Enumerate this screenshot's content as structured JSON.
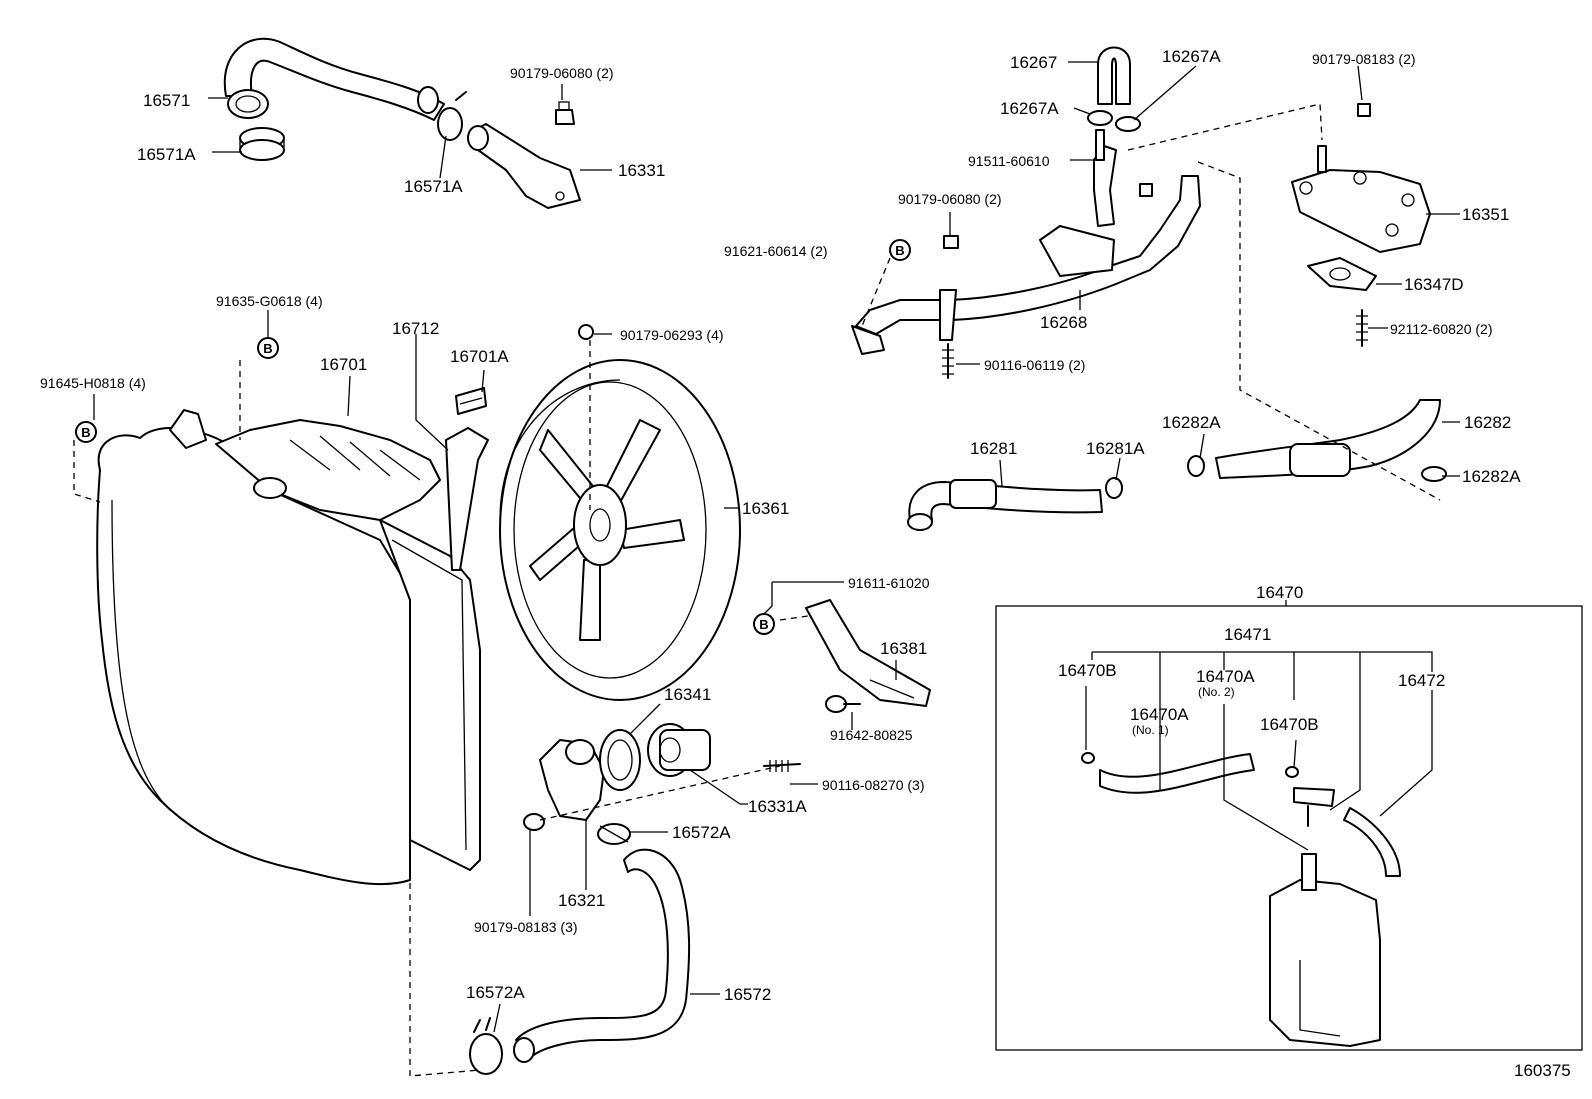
{
  "labels": {
    "p16571": "16571",
    "p16571A_left": "16571A",
    "p16571A_mid": "16571A",
    "p90179_06080_top": "90179-06080 (2)",
    "p16331": "16331",
    "p16267": "16267",
    "p16267A_top": "16267A",
    "p16267A_left": "16267A",
    "p90179_08183_top": "90179-08183 (2)",
    "p91511_60610": "91511-60610",
    "p90179_06080_mid": "90179-06080 (2)",
    "p91621_60614": "91621-60614 (2)",
    "p16351": "16351",
    "p16347D": "16347D",
    "p16268": "16268",
    "p92112_60820": "92112-60820 (2)",
    "p90116_06119": "90116-06119 (2)",
    "p91635_G0618": "91635-G0618 (4)",
    "p16712": "16712",
    "p90179_06293": "90179-06293 (4)",
    "p16701": "16701",
    "p16701A": "16701A",
    "p91645_H0818": "91645-H0818 (4)",
    "p16281": "16281",
    "p16281A": "16281A",
    "p16282A_top": "16282A",
    "p16282": "16282",
    "p16282A_right": "16282A",
    "p16361": "16361",
    "p91611_61020": "91611-61020",
    "p16381": "16381",
    "p16341": "16341",
    "p91642_80825": "91642-80825",
    "p90116_08270": "90116-08270 (3)",
    "p16331A": "16331A",
    "p16572A_mid": "16572A",
    "p16321": "16321",
    "p90179_08183_bottom": "90179-08183 (3)",
    "p16572A_bottom": "16572A",
    "p16572": "16572",
    "p16470": "16470",
    "p16471": "16471",
    "p16470B_left": "16470B",
    "p16470A_no2": "16470A",
    "p16470A_no2_note": "(No. 2)",
    "p16472": "16472",
    "p16470A_no1": "16470A",
    "p16470A_no1_note": "(No. 1)",
    "p16470B_right": "16470B",
    "diagram_code": "160375"
  },
  "marks": {
    "b_mark": "B"
  }
}
